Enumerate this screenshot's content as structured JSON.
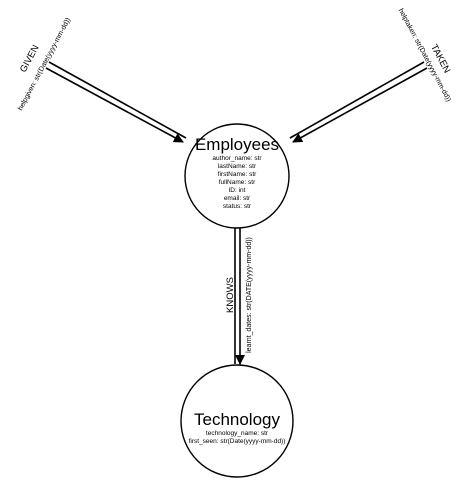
{
  "nodes": {
    "employees": {
      "title": "Employees",
      "properties": [
        "author_name: str",
        "lastName: str",
        "firstName: str",
        "fullName: str",
        "ID: int",
        "email: str",
        "status: str"
      ]
    },
    "technology": {
      "title": "Technology",
      "properties": [
        "technology_name: str",
        "first_seen: str(Date(yyyy-mm-dd))"
      ]
    }
  },
  "relationships": {
    "given": {
      "type": "GIVEN",
      "property": "helpgiven: str(Date(yyyy-mm-dd))"
    },
    "taken": {
      "type": "TAKEN",
      "property": "helptaken: str(Date(yyyy-mm-dd))"
    },
    "knows": {
      "type": "KNOWS",
      "property": "learnt_dates: str(DATE(yyyy-mm-dd))"
    }
  }
}
